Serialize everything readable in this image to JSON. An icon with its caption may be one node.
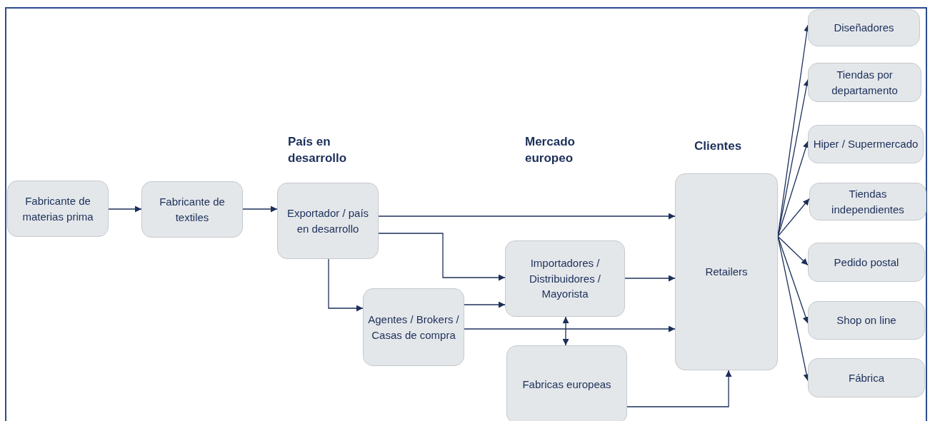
{
  "diagram": {
    "nodes": [
      {
        "text": [
          "Fabricante de materias prima"
        ]
      },
      {
        "text": [
          "Fabricante de textiles"
        ]
      },
      {
        "text": [
          "Exportador / país en desarrollo"
        ]
      },
      {
        "text": [
          "Importadores / Distribuidores / Mayorista"
        ]
      },
      {
        "text": [
          "Agentes / Brokers / Casas de compra"
        ]
      },
      {
        "text": [
          "Fabricas europeas"
        ]
      },
      {
        "text": [
          "Retailers"
        ]
      },
      {
        "text": [
          "Diseñadores"
        ]
      },
      {
        "text": [
          "Tiendas por departamento"
        ]
      },
      {
        "text": [
          "Hiper / Supermercado"
        ]
      },
      {
        "text": [
          "Tiendas independientes"
        ]
      },
      {
        "text": [
          "Pedido postal"
        ]
      },
      {
        "text": [
          "Shop on line"
        ]
      },
      {
        "text": [
          "Fábrica"
        ]
      }
    ],
    "edges": [
      {
        "from": 0,
        "to": 1,
        "arrow": "to"
      },
      {
        "from": 1,
        "to": 2,
        "arrow": "to"
      },
      {
        "from": 2,
        "to": 6,
        "arrow": "to"
      },
      {
        "from": 2,
        "to": 3,
        "arrow": "to"
      },
      {
        "from": 2,
        "to": 4,
        "arrow": "to"
      },
      {
        "from": 4,
        "to": 3,
        "arrow": "to"
      },
      {
        "from": 4,
        "to": 6,
        "arrow": "to"
      },
      {
        "from": 3,
        "to": 6,
        "arrow": "to"
      },
      {
        "from": 3,
        "to": 5,
        "arrow": "both"
      },
      {
        "from": 5,
        "to": 6,
        "arrow": "to"
      },
      {
        "from": 6,
        "to": 7,
        "arrow": "to"
      },
      {
        "from": 6,
        "to": 8,
        "arrow": "to"
      },
      {
        "from": 6,
        "to": 9,
        "arrow": "to"
      },
      {
        "from": 6,
        "to": 10,
        "arrow": "to"
      },
      {
        "from": 6,
        "to": 11,
        "arrow": "to"
      },
      {
        "from": 6,
        "to": 12,
        "arrow": "to"
      },
      {
        "from": 6,
        "to": 13,
        "arrow": "to"
      }
    ],
    "labels": [
      "País en desarrollo",
      "Mercado europeo",
      "Clientes"
    ]
  }
}
